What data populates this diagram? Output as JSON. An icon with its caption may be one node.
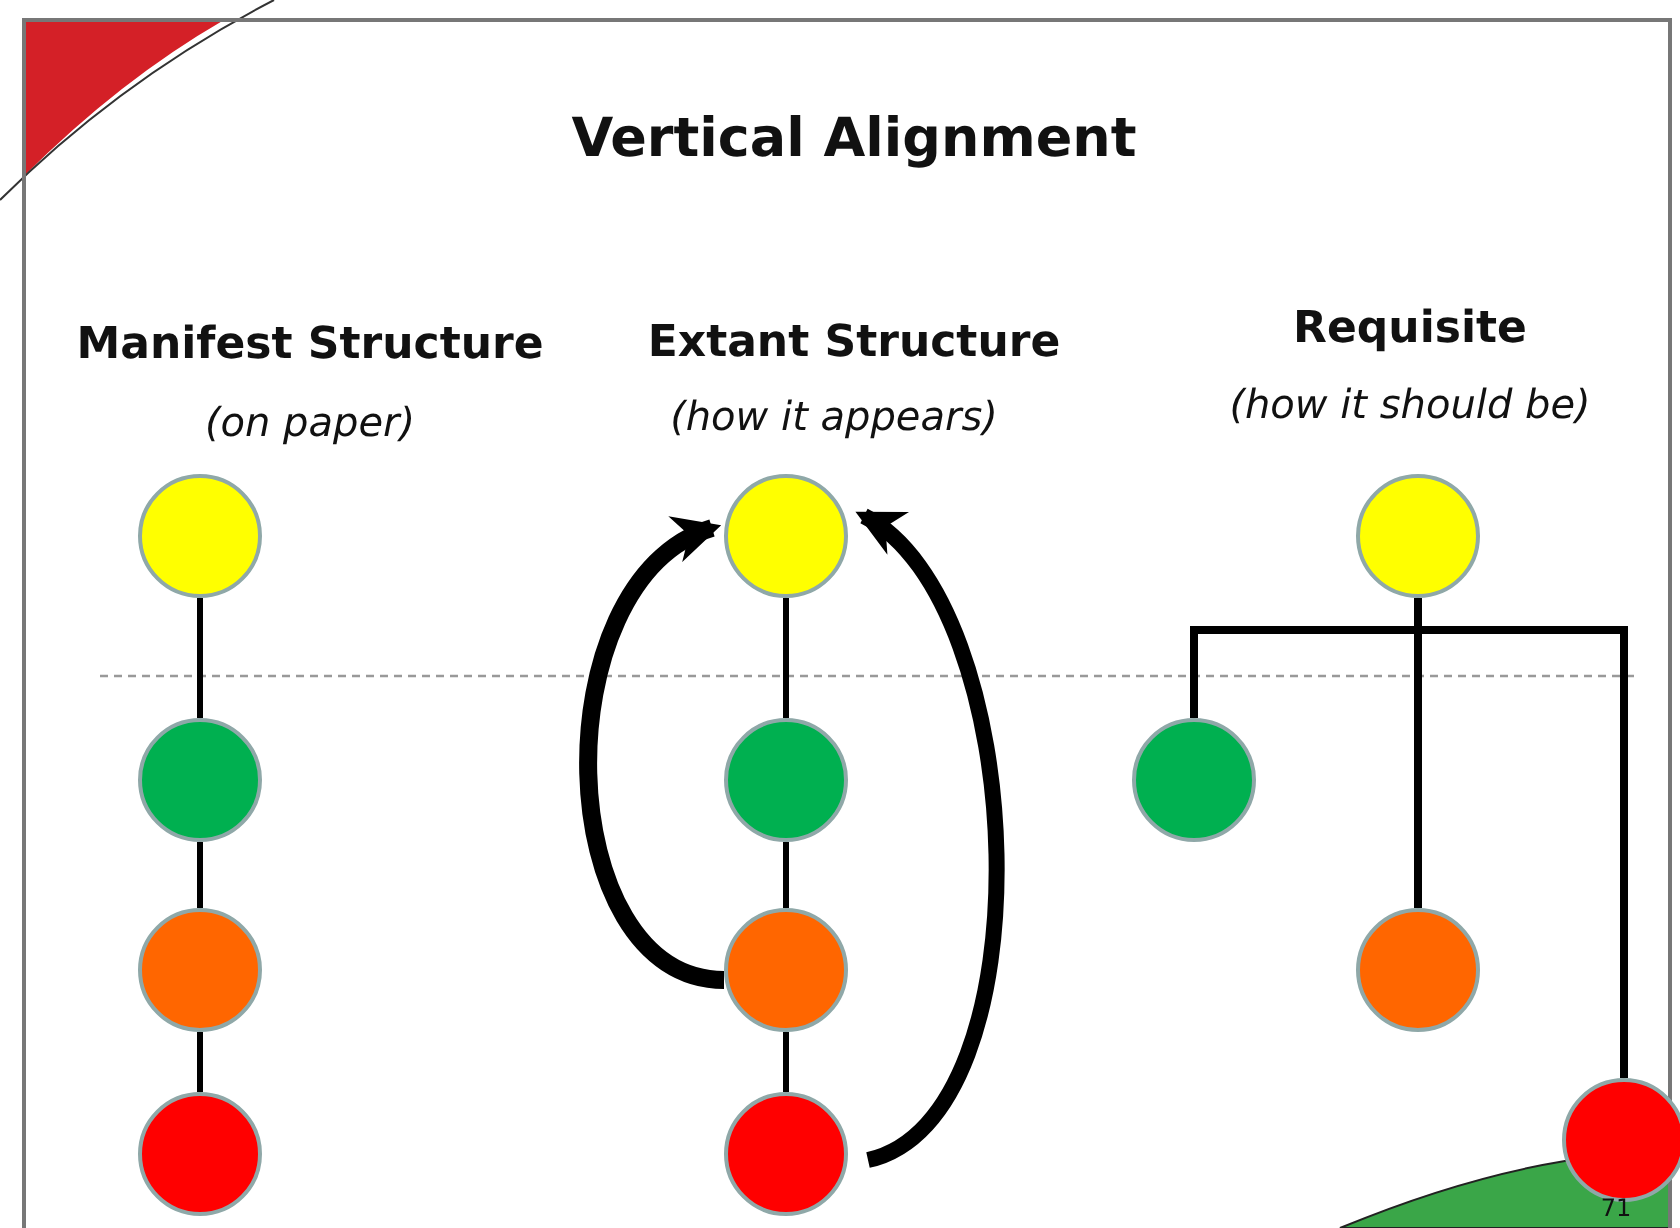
{
  "diagram": {
    "title": "Vertical Alignment",
    "nodes": [
      {
        "text": [],
        "shape": "circle"
      },
      {
        "text": [],
        "shape": "circle"
      },
      {
        "text": [],
        "shape": "circle"
      },
      {
        "text": [],
        "shape": "circle"
      },
      {
        "text": [],
        "shape": "circle"
      },
      {
        "text": [],
        "shape": "circle"
      },
      {
        "text": [],
        "shape": "circle"
      },
      {
        "text": [],
        "shape": "circle"
      },
      {
        "text": [],
        "shape": "circle"
      },
      {
        "text": [],
        "shape": "circle"
      },
      {
        "text": [],
        "shape": "circle"
      },
      {
        "text": [],
        "shape": "circle"
      }
    ],
    "edges": [
      {
        "from": 0,
        "to": 1,
        "arrow": "none"
      },
      {
        "from": 1,
        "to": 2,
        "arrow": "none"
      },
      {
        "from": 2,
        "to": 3,
        "arrow": "none"
      },
      {
        "from": 4,
        "to": 5,
        "arrow": "none"
      },
      {
        "from": 5,
        "to": 6,
        "arrow": "none"
      },
      {
        "from": 6,
        "to": 7,
        "arrow": "none"
      },
      {
        "from": 6,
        "to": 4,
        "arrow": "to",
        "style": "thick"
      },
      {
        "from": 7,
        "to": 4,
        "arrow": "to",
        "style": "thick"
      },
      {
        "from": 8,
        "to": 9,
        "arrow": "none"
      },
      {
        "from": 8,
        "to": 10,
        "arrow": "none"
      },
      {
        "from": 8,
        "to": 11,
        "arrow": "none"
      }
    ],
    "labels": [
      "Manifest Structure",
      "(on paper)",
      "Extant Structure",
      "(how it appears)",
      "Requisite",
      "(how it should be)",
      "71"
    ]
  }
}
